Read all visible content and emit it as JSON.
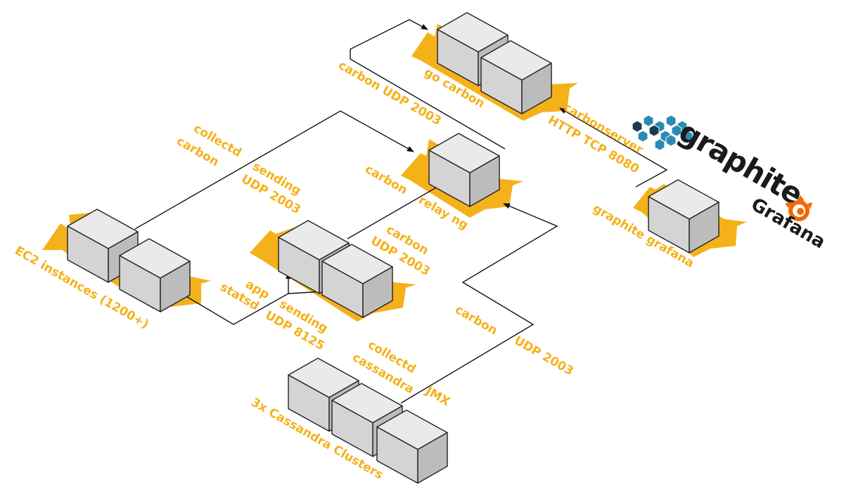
{
  "colors": {
    "accent": "#f5b11a",
    "label": "#f5b11a",
    "box_top": "#eaeaea",
    "box_left": "#d4d4d4",
    "box_right": "#bcbcbc",
    "box_stroke": "#222222",
    "wire": "#111111",
    "graphite_blue": "#2a8bb5",
    "graphite_dark": "#1e3a4c",
    "grafana_orange": "#f46800"
  },
  "nodes": {
    "ec2": {
      "label": "EC2 instances (1200+)"
    },
    "statsd": {
      "label": "app statsd"
    },
    "relay": {
      "label": "carbon relay ng"
    },
    "gocarbon": {
      "label": "go carbon"
    },
    "grafana": {
      "label": "graphite grafana"
    },
    "cassandra": {
      "label": "3x Cassandra Clusters"
    }
  },
  "edges": [
    {
      "id": "ec2-relay",
      "label1": "collectd",
      "label2": "carbon",
      "label3": "sending",
      "label4": "UDP 2003"
    },
    {
      "id": "ec2-statsd",
      "label1": "sending",
      "label2": "UDP 8125"
    },
    {
      "id": "statsd-relay",
      "label1": "carbon",
      "label2": "UDP 2003"
    },
    {
      "id": "relay-gocarbon",
      "label1": "carbon UDP 2003"
    },
    {
      "id": "grafana-gocarbon",
      "label1": "carbonserver",
      "label2": "HTTP TCP 8080"
    },
    {
      "id": "cassandra-relay",
      "label1": "collectd",
      "label2": "cassandra",
      "label3": "JMX",
      "label4": "carbon",
      "label5": "UDP 2003"
    }
  ],
  "logos": {
    "graphite": "graphite",
    "grafana": "Grafana",
    "graphite_icon": "graphite-hexagon-icon",
    "grafana_icon": "grafana-swirl-icon"
  }
}
